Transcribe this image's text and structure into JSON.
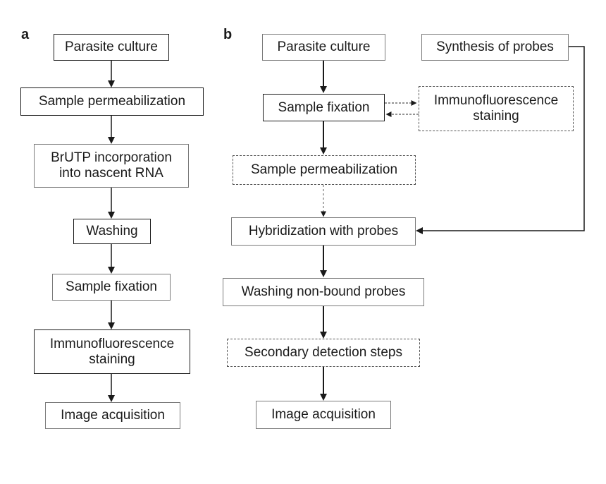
{
  "panels": {
    "a": {
      "label": "a",
      "steps": [
        "Parasite culture",
        "Sample permeabilization",
        "BrUTP incorporation into nascent RNA",
        "Washing",
        "Sample fixation",
        "Immunofluorescence staining",
        "Image acquisition"
      ]
    },
    "b": {
      "label": "b",
      "steps": [
        "Parasite culture",
        "Sample fixation",
        "Sample permeabilization",
        "Hybridization with probes",
        "Washing non-bound probes",
        "Secondary detection steps",
        "Image acquisition"
      ],
      "optional_steps": [
        "Immunofluorescence staining",
        "Sample permeabilization",
        "Secondary detection steps"
      ],
      "side_steps": {
        "probe_synthesis": "Synthesis of probes",
        "immunofluorescence": "Immunofluorescence staining"
      }
    }
  },
  "colors": {
    "line": "#1a1a1a",
    "dashed_line": "#777777"
  }
}
